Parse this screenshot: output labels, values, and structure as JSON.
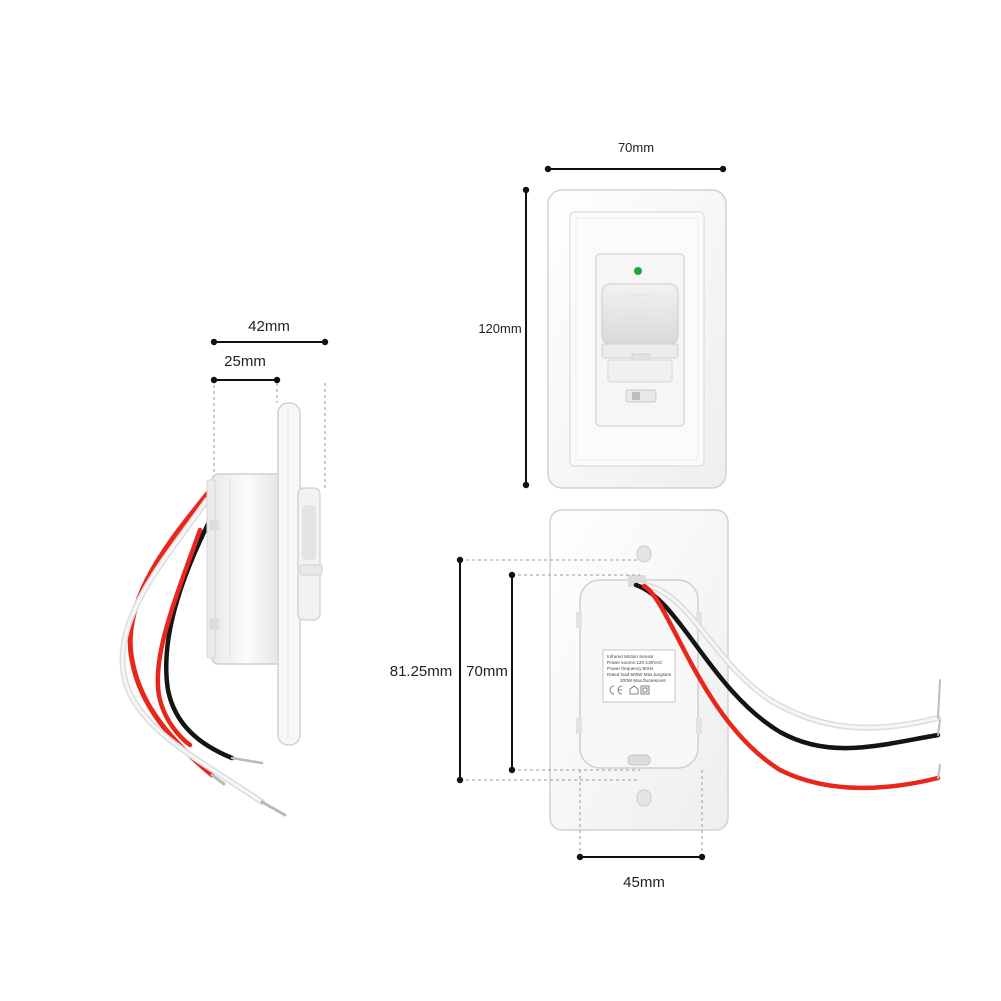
{
  "dimensions": {
    "side_depth_total": "42mm",
    "side_depth_body": "25mm",
    "front_width": "70mm",
    "front_height": "120mm",
    "back_outer_height": "81.25mm",
    "back_inner_height": "70mm",
    "back_width": "45mm"
  },
  "label": {
    "line1": "Infrared Motion Sensor",
    "line2": "Power source:120-130VAC",
    "line3": "Power frequency:60Hz",
    "line4": "Rated load:500W Max.tungsten",
    "line5": "200W Max.fluorescent"
  },
  "colors": {
    "wire_red": "#e8261c",
    "wire_black": "#141414",
    "wire_white": "#eeeeee",
    "led_green": "#1fa83a",
    "plate_edge": "#d2d2d2"
  }
}
